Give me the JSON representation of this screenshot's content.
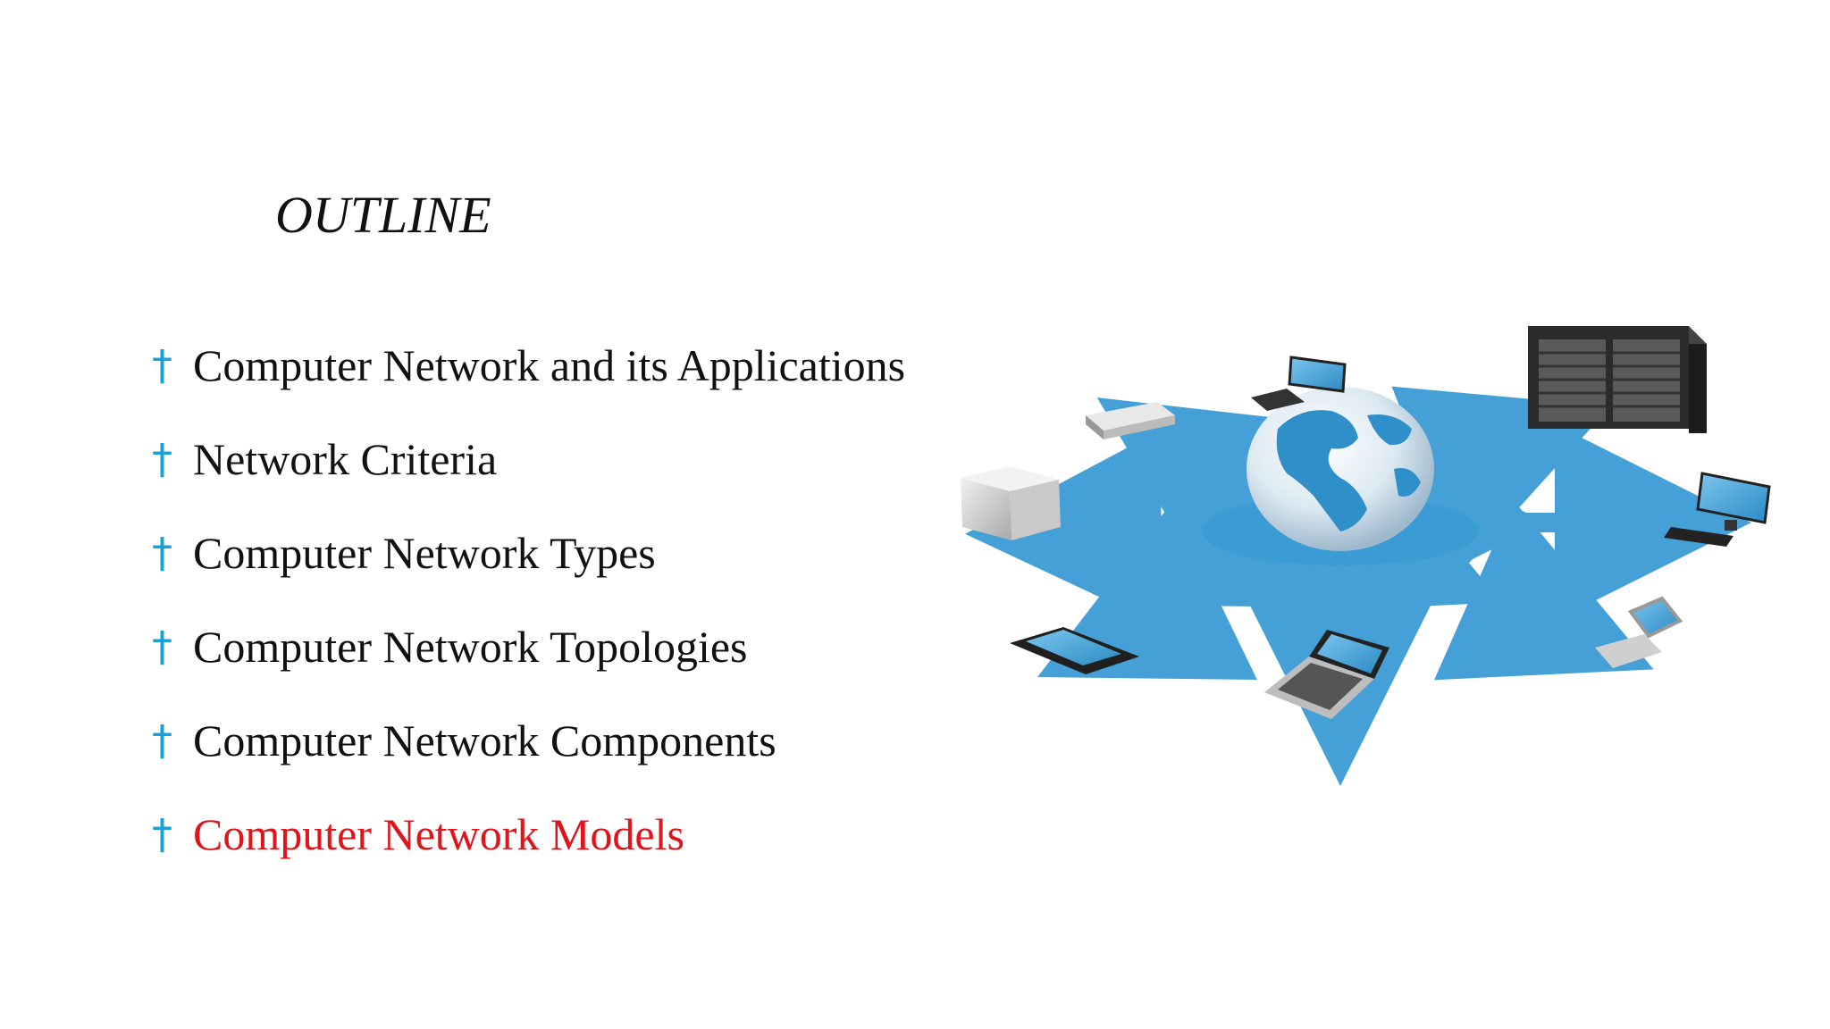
{
  "slide": {
    "title": "OUTLINE",
    "bullet_glyph": "†",
    "accent_color": "#1aa0d8",
    "highlight_color": "#e0141b",
    "items": [
      {
        "label": "Computer Network and its Applications",
        "active": false
      },
      {
        "label": "Network Criteria",
        "active": false
      },
      {
        "label": "Computer Network Types",
        "active": false
      },
      {
        "label": "Computer Network Topologies",
        "active": false
      },
      {
        "label": "Computer Network Components",
        "active": false
      },
      {
        "label": "Computer Network Models",
        "active": true
      }
    ]
  },
  "illustration": {
    "icon": "network-globe-illustration"
  }
}
